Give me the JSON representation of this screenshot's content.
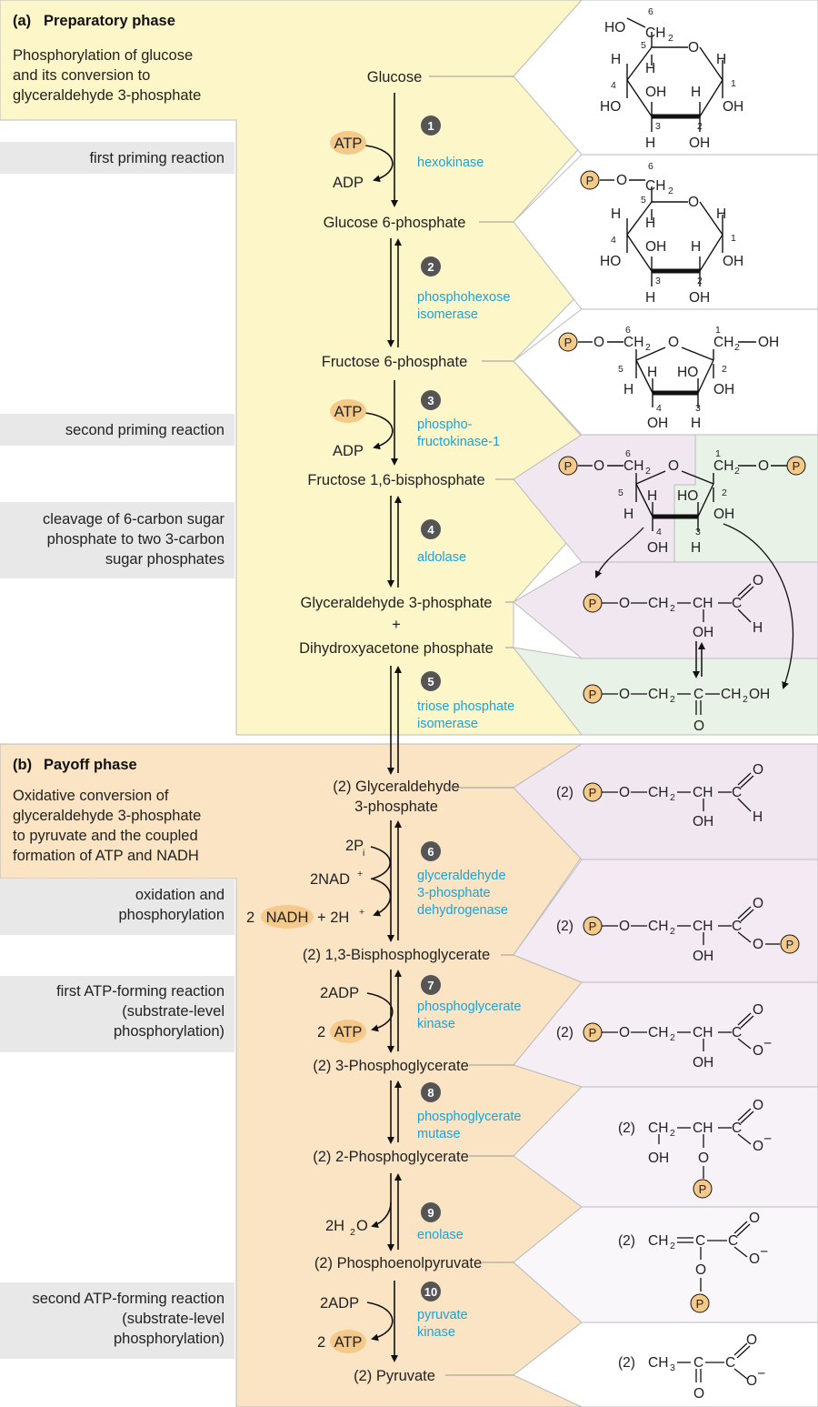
{
  "colors": {
    "prep_bg": "#fdf6c9",
    "payoff_bg": "#fbe4c4",
    "side_gray": "#e8e8e8",
    "purple": "#f1e7f1",
    "green": "#e9f2e6",
    "enzyme": "#1aa3d9",
    "atp_fill": "#f5c98a",
    "step_circle": "#555555"
  },
  "prep": {
    "header_tag": "(a)",
    "header_title": "Preparatory phase",
    "desc": [
      "Phosphorylation of glucose",
      "and its conversion to",
      "glyceraldehyde 3-phosphate"
    ],
    "side1": "first priming reaction",
    "side2": "second priming reaction",
    "side3": [
      "cleavage of 6-carbon sugar",
      "phosphate to two 3-carbon",
      "sugar phosphates"
    ]
  },
  "payoff": {
    "header_tag": "(b)",
    "header_title": "Payoff phase",
    "desc": [
      "Oxidative conversion of",
      "glyceraldehyde 3-phosphate",
      "to pyruvate and the coupled",
      "formation of ATP and NADH"
    ],
    "side1": [
      "oxidation and",
      "phosphorylation"
    ],
    "side2": [
      "first ATP-forming reaction",
      "(substrate-level",
      "phosphorylation)"
    ],
    "side3": [
      "second ATP-forming reaction",
      "(substrate-level",
      "phosphorylation)"
    ]
  },
  "metabolites": {
    "glucose": "Glucose",
    "g6p": "Glucose 6-phosphate",
    "f6p": "Fructose 6-phosphate",
    "f16bp": "Fructose 1,6-bisphosphate",
    "gap": "Glyceraldehyde 3-phosphate",
    "plus": "+",
    "dhap": "Dihydroxyacetone phosphate",
    "gap2_line1": "(2) Glyceraldehyde",
    "gap2_line2": "3-phosphate",
    "bpg13": "(2) 1,3-Bisphosphoglycerate",
    "pg3": "(2) 3-Phosphoglycerate",
    "pg2": "(2) 2-Phosphoglycerate",
    "pep": "(2) Phosphoenolpyruvate",
    "pyruvate": "(2) Pyruvate"
  },
  "cofactors": {
    "atp": "ATP",
    "adp": "ADP",
    "pi": "2P",
    "pi_sub": "i",
    "nad": "2NAD",
    "nad_sup": "+",
    "nadh_pre": "2",
    "nadh": "NADH",
    "nadh_post": "+ 2H",
    "nadh_post_sup": "+",
    "adp2": "2ADP",
    "atp2_pre": "2",
    "h2o_pre": "2H",
    "h2o_sub": "2",
    "h2o_post": "O"
  },
  "steps": [
    {
      "n": "1",
      "enzyme": [
        "hexokinase"
      ]
    },
    {
      "n": "2",
      "enzyme": [
        "phosphohexose",
        "isomerase"
      ]
    },
    {
      "n": "3",
      "enzyme": [
        "phospho-",
        "fructokinase-1"
      ]
    },
    {
      "n": "4",
      "enzyme": [
        "aldolase"
      ]
    },
    {
      "n": "5",
      "enzyme": [
        "triose phosphate",
        "isomerase"
      ]
    },
    {
      "n": "6",
      "enzyme": [
        "glyceraldehyde",
        "3-phosphate",
        "dehydrogenase"
      ]
    },
    {
      "n": "7",
      "enzyme": [
        "phosphoglycerate",
        "kinase"
      ]
    },
    {
      "n": "8",
      "enzyme": [
        "phosphoglycerate",
        "mutase"
      ]
    },
    {
      "n": "9",
      "enzyme": [
        "enolase"
      ]
    },
    {
      "n": "10",
      "enzyme": [
        "pyruvate",
        "kinase"
      ]
    }
  ],
  "structures": {
    "P": "P",
    "two": "(2)",
    "HO": "HO",
    "OH": "OH",
    "H": "H",
    "O": "O",
    "CH2": "CH",
    "sub2": "2",
    "CH": "CH",
    "C": "C",
    "CH2OH": "CH",
    "CH2OH_tail": "OH",
    "CH3": "CH",
    "sub3": "3",
    "Ominus": "O",
    "minus": "−",
    "ring_nums": [
      "1",
      "2",
      "3",
      "4",
      "5",
      "6"
    ]
  }
}
